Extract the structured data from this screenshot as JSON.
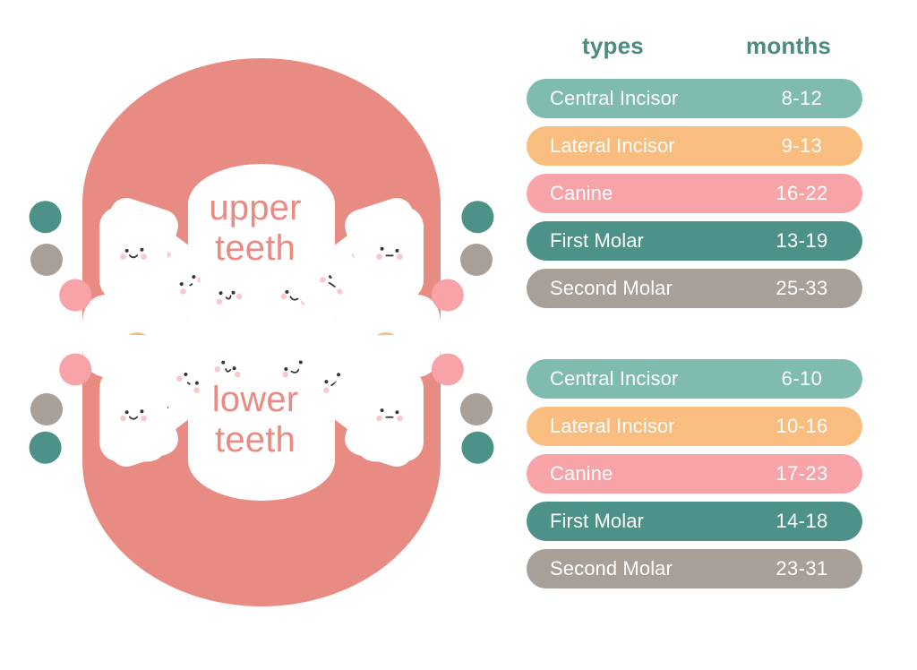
{
  "palette": {
    "background": "#ffffff",
    "gum": "#E88B83",
    "tooth": "#FFFFFF",
    "blush": "#F7C9CE",
    "face": "#1A1A1A",
    "caption_text": "#E88B83",
    "header_text": "#4C8B80",
    "row_text": "#FFFFFF",
    "sage_teal": "#7FBCAF",
    "orange": "#F9BE7F",
    "pink": "#F8A3A8",
    "dark_teal": "#4C9289",
    "gray": "#A79F98"
  },
  "arches": {
    "upper": {
      "caption_line1": "upper",
      "caption_line2": "teeth",
      "tooth_count": 10,
      "dots": [
        {
          "name": "dot-sage-left",
          "color": "#7FBCAF"
        },
        {
          "name": "dot-sage-right",
          "color": "#7FBCAF"
        },
        {
          "name": "dot-orange-left",
          "color": "#F9BE7F"
        },
        {
          "name": "dot-orange-right",
          "color": "#F9BE7F"
        },
        {
          "name": "dot-pink-left",
          "color": "#F8A3A8"
        },
        {
          "name": "dot-pink-right",
          "color": "#F8A3A8"
        },
        {
          "name": "dot-darkteal-left",
          "color": "#4C9289"
        },
        {
          "name": "dot-darkteal-right",
          "color": "#4C9289"
        },
        {
          "name": "dot-gray-left",
          "color": "#A79F98"
        },
        {
          "name": "dot-gray-right",
          "color": "#A79F98"
        }
      ]
    },
    "lower": {
      "caption_line1": "lower",
      "caption_line2": "teeth",
      "tooth_count": 10,
      "dots": [
        {
          "name": "dot-sage-left",
          "color": "#7FBCAF"
        },
        {
          "name": "dot-sage-right",
          "color": "#7FBCAF"
        },
        {
          "name": "dot-orange-left",
          "color": "#F9BE7F"
        },
        {
          "name": "dot-orange-right",
          "color": "#F9BE7F"
        },
        {
          "name": "dot-pink-left",
          "color": "#F8A3A8"
        },
        {
          "name": "dot-pink-right",
          "color": "#F8A3A8"
        },
        {
          "name": "dot-darkteal-left",
          "color": "#4C9289"
        },
        {
          "name": "dot-darkteal-right",
          "color": "#4C9289"
        },
        {
          "name": "dot-gray-left",
          "color": "#A79F98"
        },
        {
          "name": "dot-gray-right",
          "color": "#A79F98"
        }
      ]
    }
  },
  "legend": {
    "header": {
      "types": "types",
      "months": "months"
    },
    "upper": [
      {
        "type": "Central Incisor",
        "months": "8-12",
        "color": "#7FBCAF"
      },
      {
        "type": "Lateral Incisor",
        "months": "9-13",
        "color": "#F9BE7F"
      },
      {
        "type": "Canine",
        "months": "16-22",
        "color": "#F8A3A8"
      },
      {
        "type": "First Molar",
        "months": "13-19",
        "color": "#4C9289"
      },
      {
        "type": "Second Molar",
        "months": "25-33",
        "color": "#A79F98"
      }
    ],
    "lower": [
      {
        "type": "Central Incisor",
        "months": "6-10",
        "color": "#7FBCAF"
      },
      {
        "type": "Lateral Incisor",
        "months": "10-16",
        "color": "#F9BE7F"
      },
      {
        "type": "Canine",
        "months": "17-23",
        "color": "#F8A3A8"
      },
      {
        "type": "First Molar",
        "months": "14-18",
        "color": "#4C9289"
      },
      {
        "type": "Second Molar",
        "months": "23-31",
        "color": "#A79F98"
      }
    ]
  }
}
